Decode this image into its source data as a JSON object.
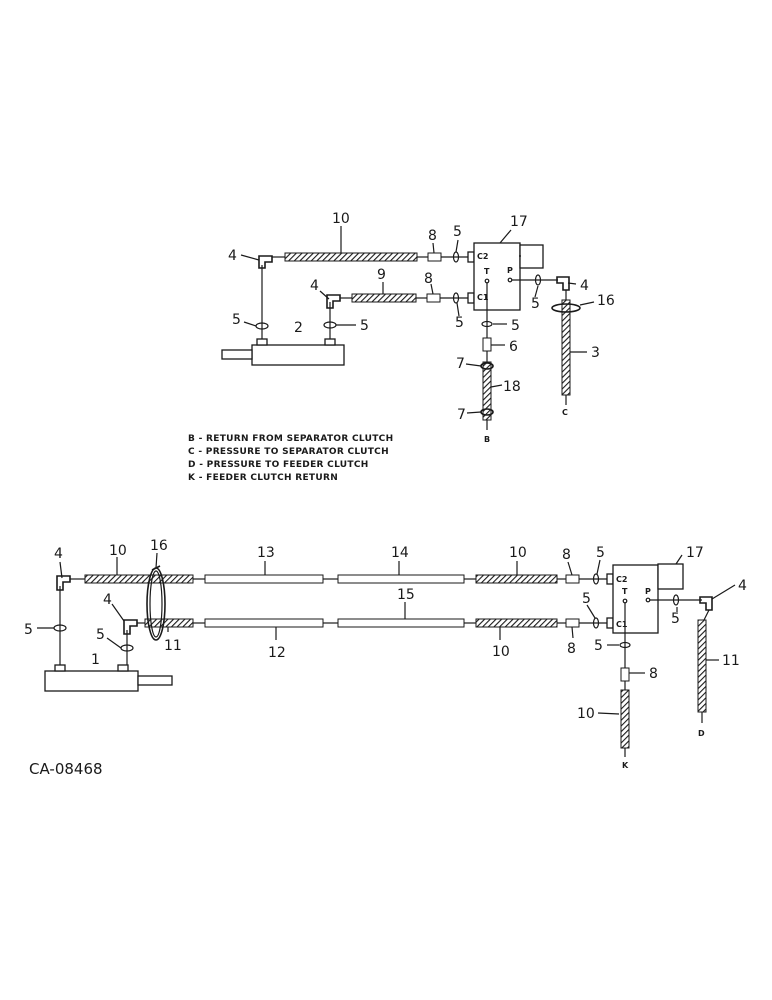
{
  "callouts": {
    "c1": "1",
    "c2": "2",
    "c3": "3",
    "c4": "4",
    "c5": "5",
    "c6": "6",
    "c7": "7",
    "c8": "8",
    "c9": "9",
    "c10": "10",
    "c11": "11",
    "c12": "12",
    "c13": "13",
    "c14": "14",
    "c15": "15",
    "c16": "16",
    "c17": "17",
    "c18": "18"
  },
  "ports": {
    "C1": "C1",
    "C2": "C2",
    "T": "T",
    "P": "P"
  },
  "endpoints": {
    "B": "B",
    "C": "C",
    "D": "D",
    "K": "K"
  },
  "legend": [
    "B - RETURN FROM SEPARATOR CLUTCH",
    "C - PRESSURE TO SEPARATOR CLUTCH",
    "D - PRESSURE TO FEEDER CLUTCH",
    "K - FEEDER CLUTCH RETURN"
  ],
  "reference_number": "CA-08468"
}
